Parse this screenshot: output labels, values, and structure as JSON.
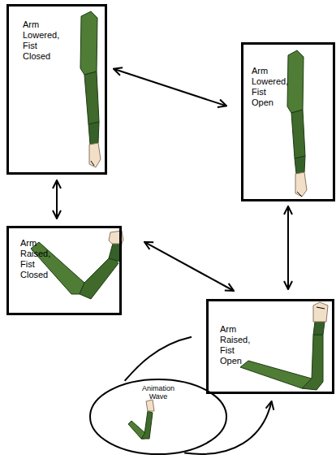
{
  "diagram": {
    "nodes": [
      {
        "text": [
          "Arm Lowered, Fist Closed"
        ]
      },
      {
        "text": [
          "Arm Lowered, Fist Open"
        ]
      },
      {
        "text": [
          "Arm Raised, Fist Closed"
        ]
      },
      {
        "text": [
          "Arm Raised, Fist Open"
        ]
      },
      {
        "text": [
          "Animation Wave"
        ]
      }
    ],
    "edges": [
      {
        "from": 0,
        "to": 1,
        "arrow": "both"
      },
      {
        "from": 0,
        "to": 2,
        "arrow": "both"
      },
      {
        "from": 1,
        "to": 3,
        "arrow": "both"
      },
      {
        "from": 2,
        "to": 3,
        "arrow": "both"
      },
      {
        "from": 3,
        "to": 4,
        "arrow": "none"
      },
      {
        "from": 4,
        "to": 3,
        "arrow": "to"
      }
    ]
  }
}
